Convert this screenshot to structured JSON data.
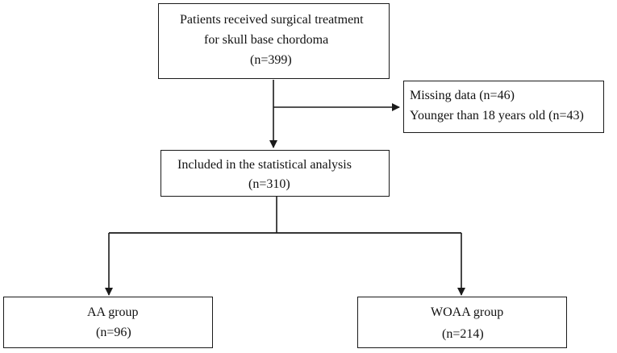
{
  "boxes": {
    "start": {
      "line1": "Patients received surgical treatment",
      "line2": "for skull base chordoma",
      "line3": "(n=399)"
    },
    "excluded": {
      "line1": "Missing data (n=46)",
      "line2": "Younger than 18 years old (n=43)"
    },
    "included": {
      "line1": "Included in the statistical analysis",
      "line2": "(n=310)"
    },
    "aa_group": {
      "line1": "AA group",
      "line2": "(n=96)"
    },
    "woaa_group": {
      "line1": "WOAA group",
      "line2": "(n=214)"
    }
  },
  "colors": {
    "stroke": "#1a1a1a",
    "text": "#111111",
    "background": "#ffffff"
  }
}
